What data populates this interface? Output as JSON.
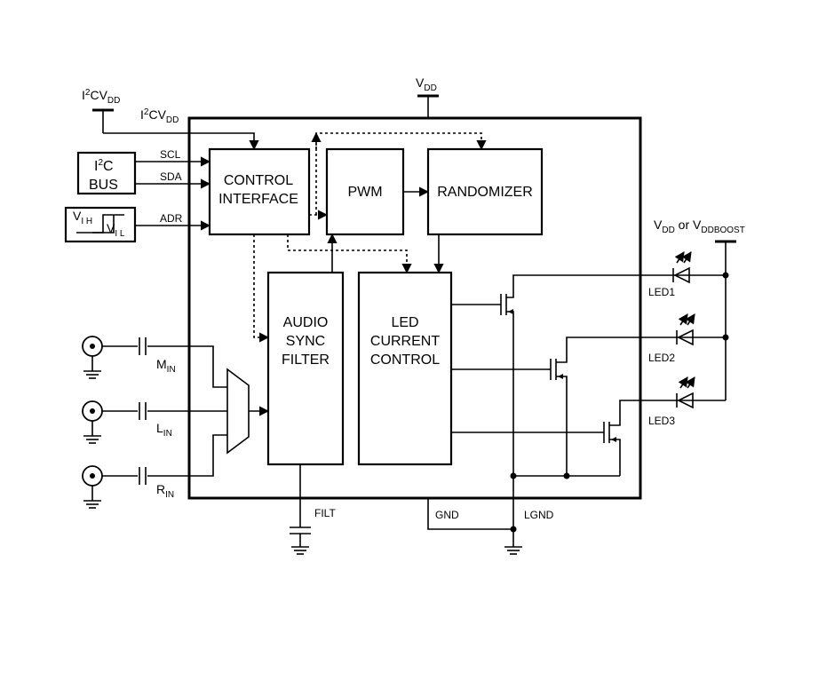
{
  "blocks": {
    "control_interface": [
      "CONTROL",
      "INTERFACE"
    ],
    "pwm": "PWM",
    "randomizer": "RANDOMIZER",
    "audio_sync_filter": [
      "AUDIO",
      "SYNC",
      "FILTER"
    ],
    "led_current_control": [
      "LED",
      "CURRENT",
      "CONTROL"
    ],
    "i2c_bus": {
      "i": "I",
      "sup": "2",
      "c": "C",
      "bus": "BUS"
    }
  },
  "pins": {
    "scl": "SCL",
    "sda": "SDA",
    "adr": "ADR",
    "filt": "FILT",
    "gnd": "GND",
    "lgnd": "LGND",
    "led1": "LED1",
    "led2": "LED2",
    "led3": "LED3"
  },
  "supplies": {
    "vdd": {
      "main": "V",
      "sub": "DD"
    },
    "i2cvdd": {
      "i": "I",
      "sup": "2",
      "cv": "CV",
      "sub": "DD"
    },
    "vled": {
      "v1": "V",
      "sub1": "DD",
      "or": " or V",
      "sub2": "DDBOOST"
    }
  },
  "inputs": {
    "m": {
      "main": "M",
      "sub": "IN"
    },
    "l": {
      "main": "L",
      "sub": "IN"
    },
    "r": {
      "main": "R",
      "sub": "IN"
    }
  },
  "hysteresis": {
    "vih": {
      "main": "V",
      "sub": "I H"
    },
    "vil": {
      "main": "V",
      "sub": "I L"
    }
  }
}
